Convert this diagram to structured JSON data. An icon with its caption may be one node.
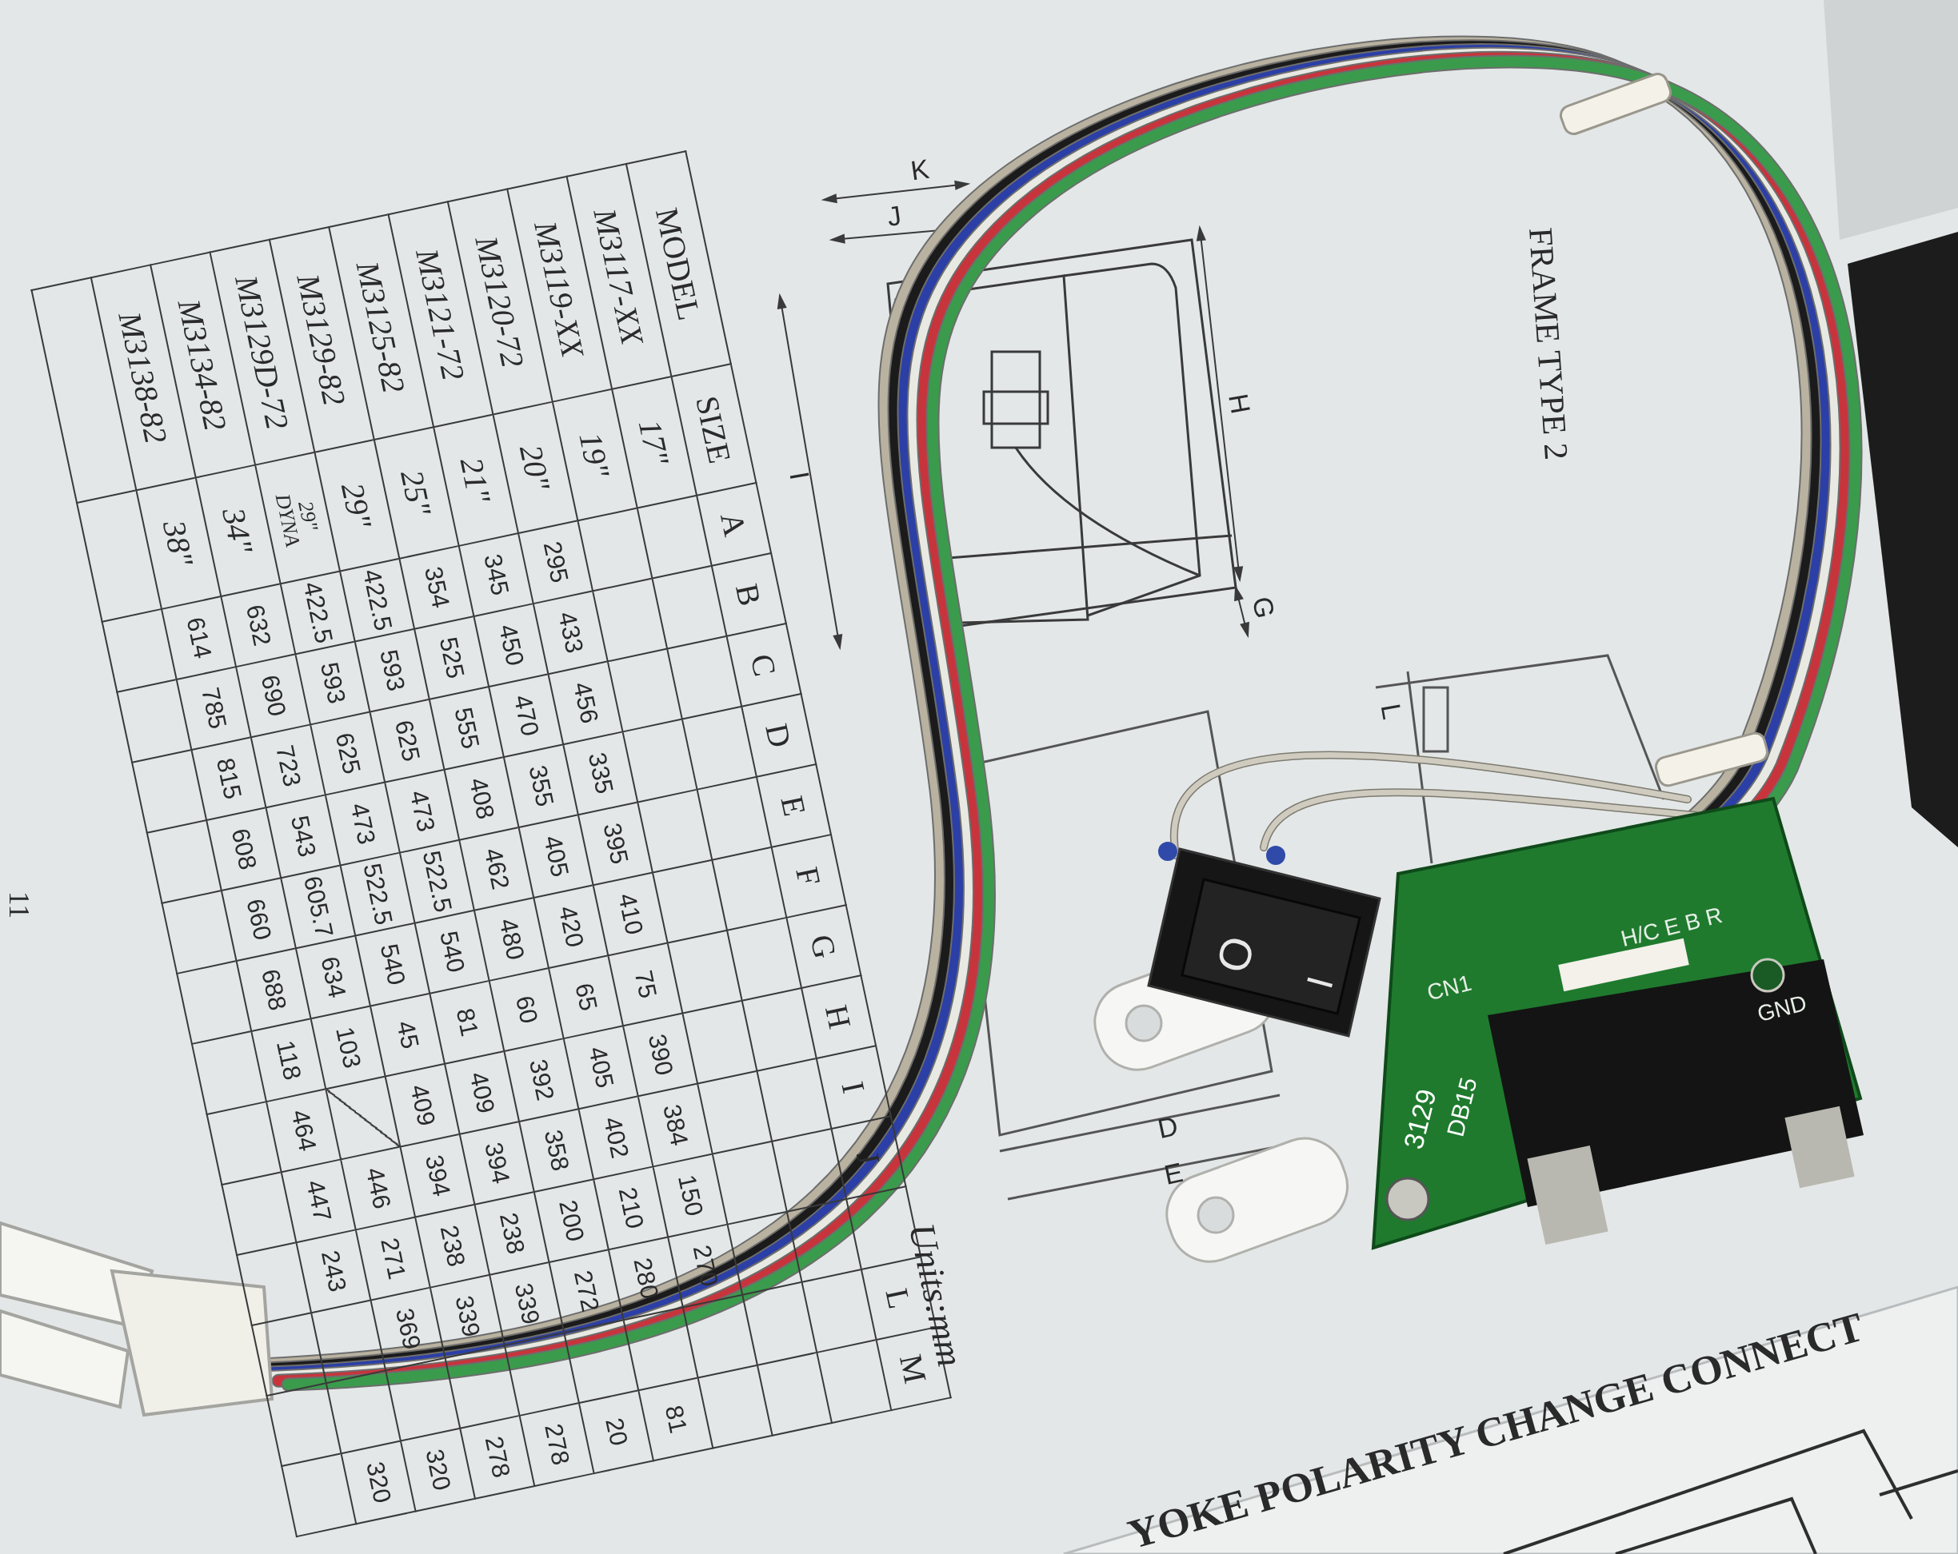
{
  "diagram": {
    "labels": [
      "MODEL",
      "SIZE",
      "A",
      "B",
      "C",
      "D",
      "E",
      "F",
      "G",
      "H",
      "I",
      "J",
      "L",
      "M",
      "M3117-XX",
      "17\"",
      "M3119-XX",
      "19\"",
      "M3120-72",
      "20\"",
      "295",
      "433",
      "456",
      "335",
      "395",
      "410",
      "75",
      "390",
      "384",
      "150",
      "270",
      "M3121-72",
      "21\"",
      "345",
      "450",
      "470",
      "355",
      "405",
      "420",
      "65",
      "405",
      "402",
      "210",
      "280",
      "81",
      "M3125-82",
      "25\"",
      "354",
      "525",
      "555",
      "408",
      "462",
      "480",
      "60",
      "392",
      "358",
      "200",
      "272",
      "20",
      "M3129-82",
      "29\"",
      "422.5",
      "593",
      "625",
      "473",
      "522.5",
      "540",
      "81",
      "409",
      "394",
      "238",
      "339",
      "278",
      "M3129D-72",
      "29\" DYNA",
      "422.5",
      "593",
      "625",
      "473",
      "522.5",
      "540",
      "45",
      "409",
      "394",
      "238",
      "339",
      "278",
      "M3134-82",
      "34\"",
      "632",
      "690",
      "723",
      "543",
      "605.7",
      "634",
      "103",
      "446",
      "271",
      "369",
      "320",
      "M3138-82",
      "38\"",
      "614",
      "785",
      "815",
      "608",
      "660",
      "688",
      "118",
      "464",
      "447",
      "243",
      "320",
      "Units:mm",
      "FRAME TYPE 2",
      "K",
      "J",
      "I",
      "H",
      "G",
      "L",
      "D",
      "E",
      "O",
      "I",
      "CN1",
      "H/C E B R",
      "GND",
      "3129",
      "DB15",
      "YOKE POLARITY CHANGE CONNECT",
      "11"
    ]
  }
}
